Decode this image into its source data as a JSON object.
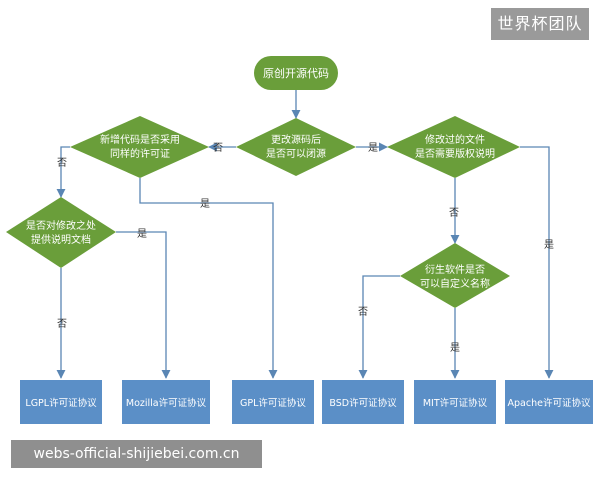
{
  "watermark": "世界杯团队",
  "url": "webs-official-shijiebei.com.cn",
  "nodes": {
    "start": "原创开源代码",
    "d_modify": [
      "更改源码后",
      "是否可以闭源"
    ],
    "d_new_code": [
      "新增代码是否采用",
      "同样的许可证"
    ],
    "d_doc": [
      "是否对修改之处",
      "提供说明文档"
    ],
    "d_copyright": [
      "修改过的文件",
      "是否需要版权说明"
    ],
    "d_derivative": [
      "衍生软件是否",
      "可以自定义名称"
    ],
    "lgpl": "LGPL许可证协议",
    "mozilla": "Mozilla许可证协议",
    "gpl": "GPL许可证协议",
    "bsd": "BSD许可证协议",
    "mit": "MIT许可证协议",
    "apache": "Apache许可证协议"
  },
  "edges": {
    "modify_no": "否",
    "modify_yes": "是",
    "new_code_no": "否",
    "new_code_yes": "是",
    "doc_yes": "是",
    "doc_no": "否",
    "copyright_no": "否",
    "copyright_yes": "是",
    "derivative_no": "否",
    "derivative_yes": "是"
  },
  "colors": {
    "green": "#6a9e3a",
    "blue": "#5b8fc7",
    "line": "#5a86b4"
  }
}
